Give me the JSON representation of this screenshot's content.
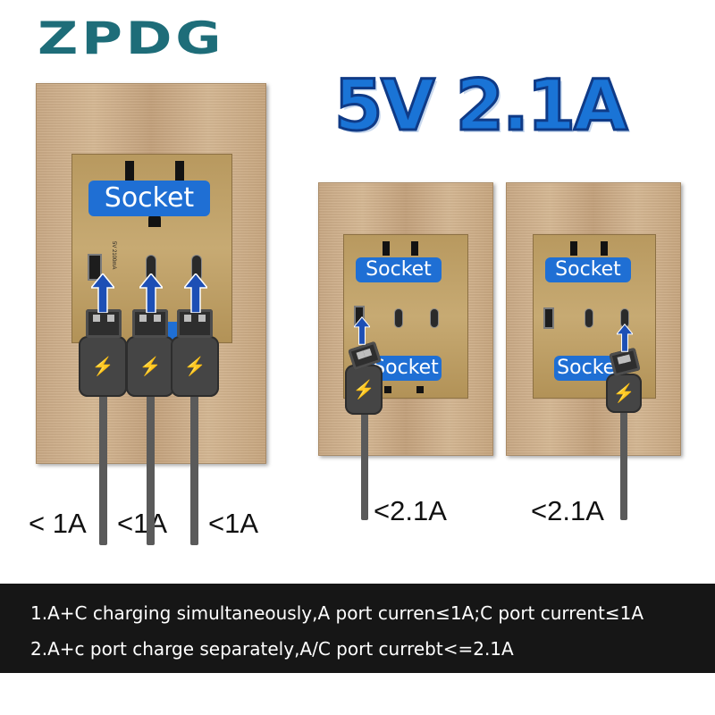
{
  "brand": {
    "logo_text": "ZPDG",
    "color": "#1e6d79"
  },
  "headline": {
    "text": "5V 2.1A",
    "color": "#1a74d6"
  },
  "socket_label": "Socket",
  "plates": [
    {
      "id": "left",
      "current_labels": [
        "< 1A",
        "<1A",
        "<1A"
      ]
    },
    {
      "id": "middle",
      "current_labels": [
        "<2.1A"
      ]
    },
    {
      "id": "right",
      "current_labels": [
        "<2.1A"
      ]
    }
  ],
  "footer": {
    "background": "#161616",
    "notes": [
      "1.A+C charging simultaneously,A port curren≤1A;C port current≤1A",
      "2.A+c port charge separately,A/C port currebt<=2.1A"
    ]
  },
  "icons": [
    "lightning-bolt-icon",
    "arrow-up-icon",
    "usb-a-port-icon",
    "usb-c-port-icon"
  ],
  "accent_colors": {
    "label_blue": "#1f6fd4",
    "plate_gold": "#cfb08b"
  }
}
